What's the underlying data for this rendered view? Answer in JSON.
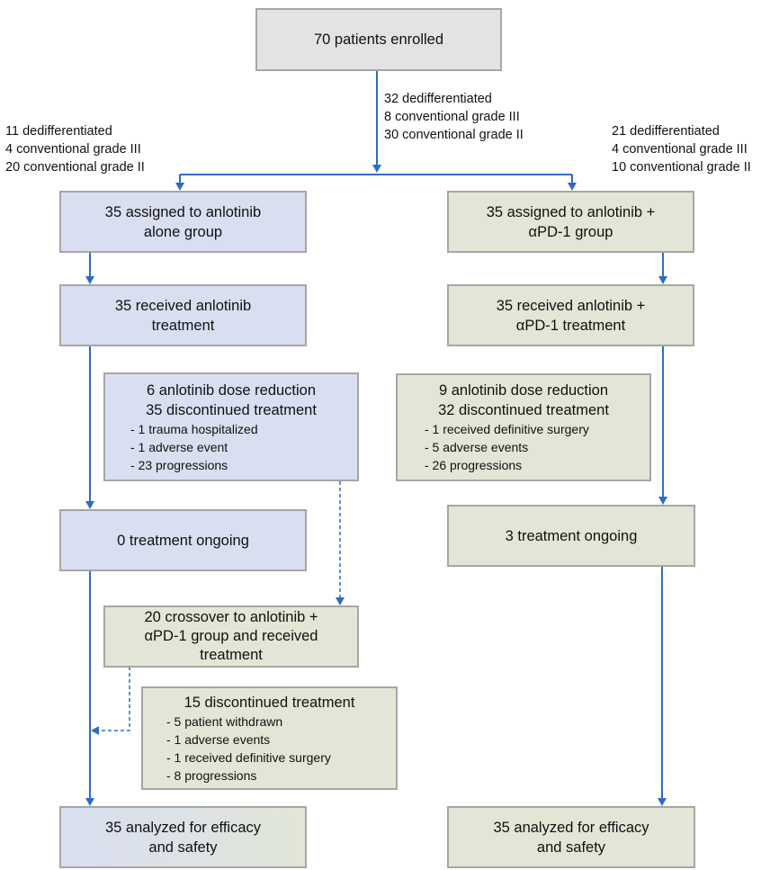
{
  "colors": {
    "connector": "#2e6bc4",
    "box_border": "#a6a6a6",
    "enrolled_fill": "#e3e3e3",
    "alone_fill": "#d9dff0",
    "combo_fill": "#e2e6d6"
  },
  "enrolled": {
    "label": "70 patients enrolled"
  },
  "enrolled_breakdown": [
    "32 dedifferentiated",
    "8 conventional grade III",
    "30 conventional grade II"
  ],
  "left_breakdown": [
    "11 dedifferentiated",
    "4 conventional grade III",
    "20 conventional grade II"
  ],
  "right_breakdown": [
    "21 dedifferentiated",
    "4 conventional grade III",
    "10 conventional grade II"
  ],
  "left_arm": {
    "assigned": [
      "35 assigned to anlotinib",
      "alone group"
    ],
    "received": [
      "35 received anlotinib",
      "treatment"
    ],
    "discontinued": {
      "headlines": [
        "6 anlotinib dose reduction",
        "35 discontinued treatment"
      ],
      "reasons": [
        "- 1 trauma hospitalized",
        "- 1 adverse event",
        "- 23 progressions"
      ]
    },
    "ongoing": "0 treatment ongoing",
    "crossover": [
      "20 crossover to anlotinib +",
      "αPD-1 group and received",
      "treatment"
    ],
    "crossover_discontinued": {
      "headline": "15 discontinued treatment",
      "reasons": [
        "- 5 patient withdrawn",
        "- 1 adverse events",
        "- 1 received definitive surgery",
        "- 8 progressions"
      ]
    },
    "analyzed": [
      "35 analyzed for efficacy",
      "and safety"
    ]
  },
  "right_arm": {
    "assigned": [
      "35 assigned to anlotinib +",
      "αPD-1 group"
    ],
    "received": [
      "35 received anlotinib +",
      "αPD-1 treatment"
    ],
    "discontinued": {
      "headlines": [
        "9 anlotinib dose reduction",
        "32 discontinued treatment"
      ],
      "reasons": [
        "- 1 received definitive surgery",
        "- 5 adverse events",
        "- 26 progressions"
      ]
    },
    "ongoing": "3 treatment ongoing",
    "analyzed": [
      "35 analyzed for efficacy",
      "and safety"
    ]
  }
}
